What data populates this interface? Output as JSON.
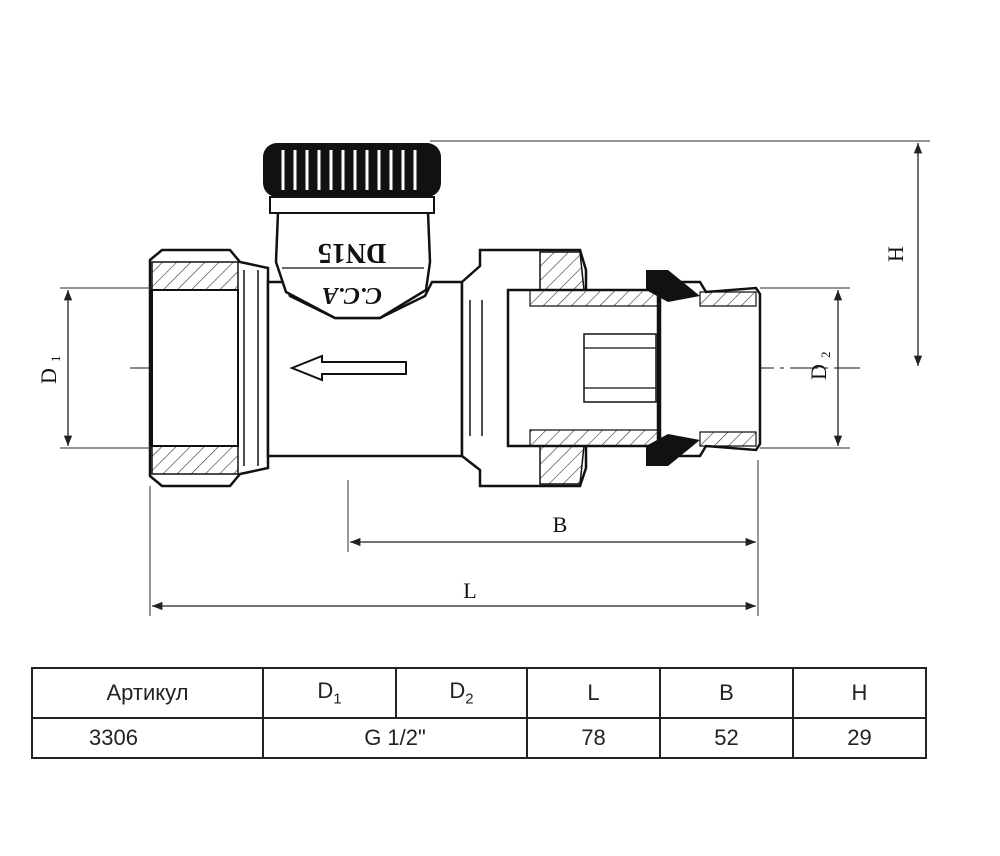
{
  "drawing": {
    "label_h": "H",
    "label_d1": "D",
    "label_d1_sub": "1",
    "label_d2": "D",
    "label_d2_sub": "2",
    "label_b": "B",
    "label_l": "L",
    "body_mark_top": "DN15",
    "body_mark_bottom": "C.C.A"
  },
  "table": {
    "headers": {
      "article": "Артикул",
      "d1_main": "D",
      "d1_sub": "1",
      "d2_main": "D",
      "d2_sub": "2",
      "l": "L",
      "b": "B",
      "h": "H"
    },
    "row": {
      "article": "3306",
      "thread": "G 1/2\"",
      "l": "78",
      "b": "52",
      "h": "29"
    }
  }
}
